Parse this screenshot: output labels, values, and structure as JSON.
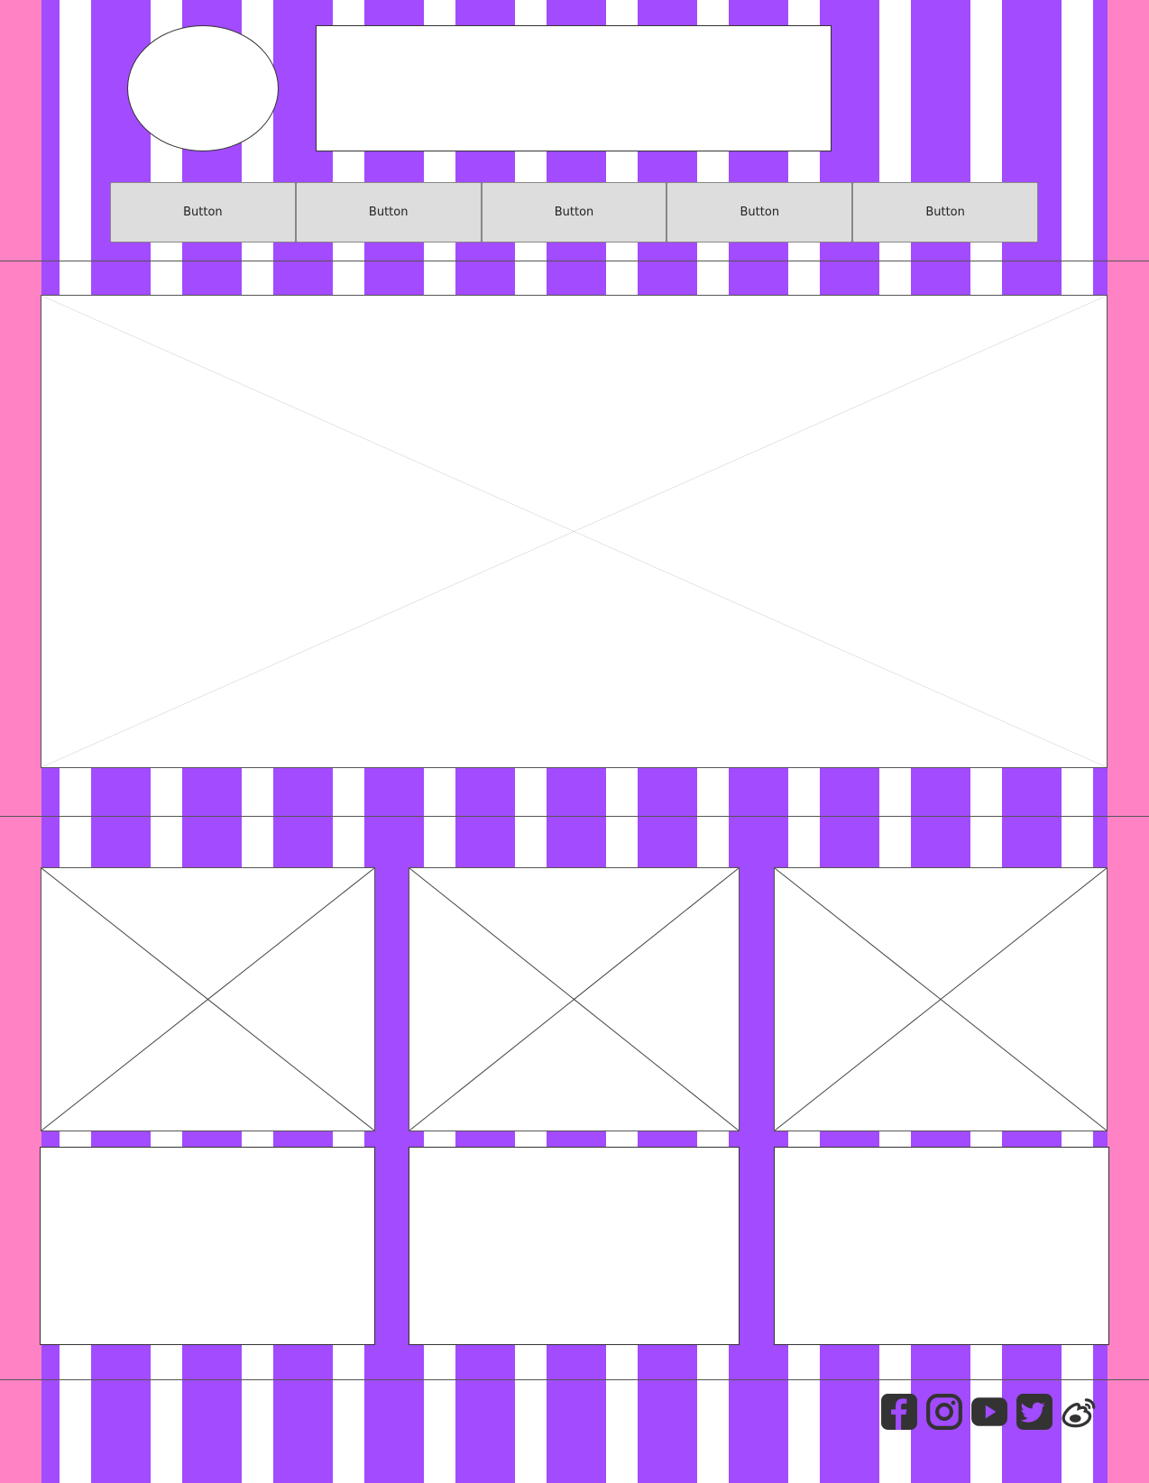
{
  "header": {
    "nav_buttons": [
      {
        "label": "Button"
      },
      {
        "label": "Button"
      },
      {
        "label": "Button"
      },
      {
        "label": "Button"
      },
      {
        "label": "Button"
      }
    ]
  },
  "theme": {
    "side_rail_color": "#ff82c5",
    "stripe_color": "#a24bff",
    "button_color": "#dddddd"
  },
  "footer": {
    "social_icons": [
      "facebook-icon",
      "instagram-icon",
      "youtube-icon",
      "twitter-icon",
      "weibo-icon"
    ]
  }
}
